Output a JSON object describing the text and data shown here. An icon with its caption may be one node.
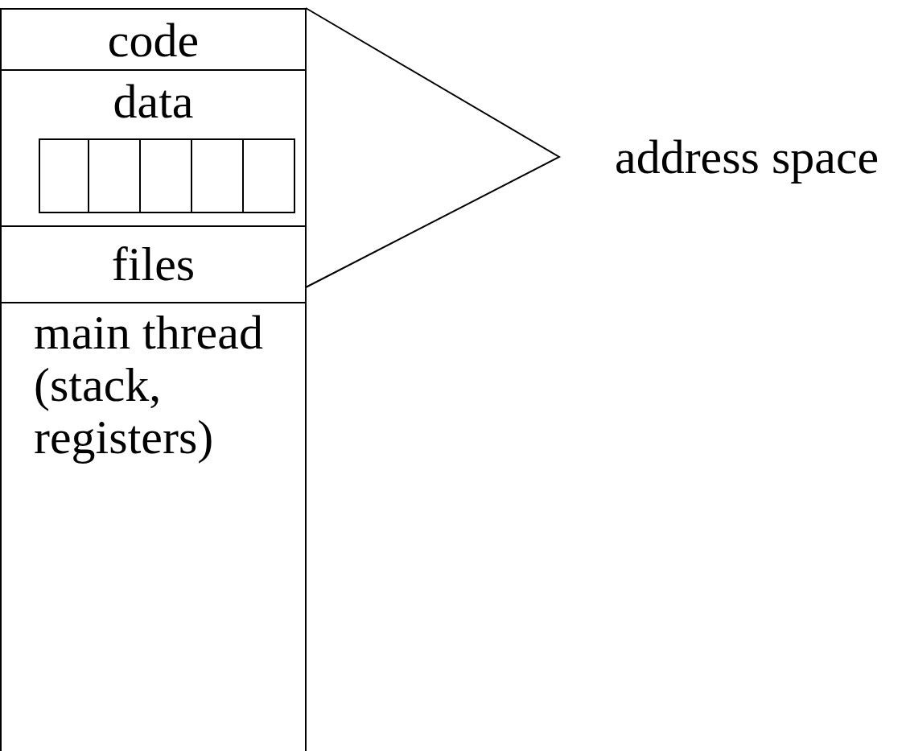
{
  "diagram": {
    "nodes": [
      {
        "text": [],
        "shape": "box"
      },
      {
        "text": [
          "code"
        ],
        "in": 0
      },
      {
        "text": [
          "data"
        ],
        "in": 0
      },
      {
        "text": [],
        "shape": "box",
        "in": 2
      },
      {
        "text": [],
        "shape": "box",
        "in": 2
      },
      {
        "text": [],
        "shape": "box",
        "in": 2
      },
      {
        "text": [],
        "shape": "box",
        "in": 2
      },
      {
        "text": [],
        "shape": "box",
        "in": 2
      },
      {
        "text": [
          "files"
        ],
        "in": 0
      },
      {
        "text": [
          "main thread (stack, registers)"
        ],
        "in": 0
      }
    ],
    "labels": [
      "address space"
    ]
  }
}
